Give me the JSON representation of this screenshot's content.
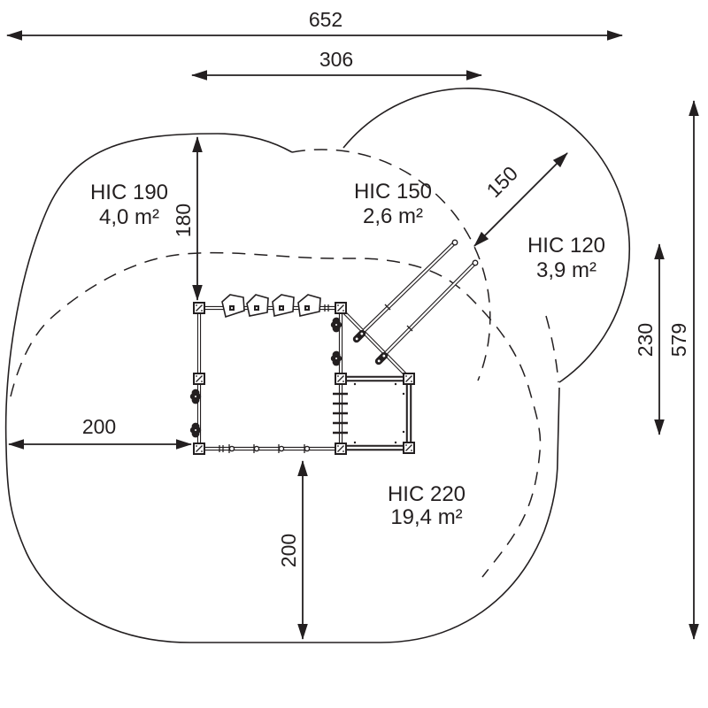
{
  "diagram": {
    "type": "playground-safety-zone-plan",
    "zones": [
      {
        "name": "HIC 190",
        "area": "4,0 m²"
      },
      {
        "name": "HIC 150",
        "area": "2,6 m²"
      },
      {
        "name": "HIC 120",
        "area": "3,9 m²"
      },
      {
        "name": "HIC 220",
        "area": "19,4 m²"
      }
    ],
    "dimensions": {
      "overall_width": "652",
      "inner_width": "306",
      "top_offset": "180",
      "slide_exit": "150",
      "right_span": "230",
      "overall_height": "579",
      "left_offset": "200",
      "bottom_offset": "200"
    },
    "colors": {
      "ink": "#231f20",
      "background": "#ffffff"
    }
  }
}
